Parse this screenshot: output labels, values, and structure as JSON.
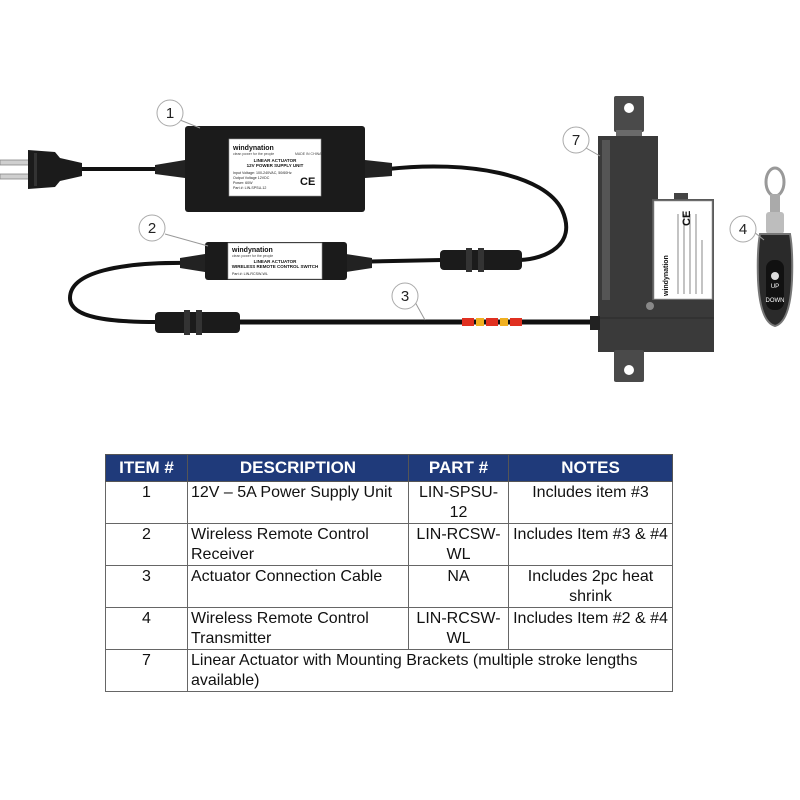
{
  "callouts": [
    "1",
    "2",
    "3",
    "4",
    "7"
  ],
  "power_supply": {
    "brand": "windynation",
    "tagline": "clean power for the people",
    "made_in": "MADE IN CHINA",
    "title1": "LINEAR ACTUATOR",
    "title2": "12V POWER SUPPLY UNIT",
    "spec1": "Input Voltage: 100-240VAC, 50/60Hz",
    "spec2": "Output Voltage 12VDC",
    "spec3": "Power: 60W",
    "spec4": "Part #: LIN-SPSU-12",
    "ce": "CE"
  },
  "receiver": {
    "brand": "windynation",
    "tagline": "clean power for the people",
    "title1": "LINEAR ACTUATOR",
    "title2": "WIRELESS REMOTE CONTROL SWITCH",
    "spec1": "Part #: LIN-RCSW-WL"
  },
  "actuator": {
    "brand": "windynation",
    "ce": "CE"
  },
  "remote": {
    "up": "UP",
    "down": "DOWN"
  },
  "colors": {
    "header_bg": "#1f3a7a",
    "header_text": "#ffffff",
    "device_body": "#1b1b1b",
    "actuator_body": "#3a3a3a",
    "heat_shrink": "#e03020"
  },
  "table": {
    "headers": [
      "ITEM #",
      "DESCRIPTION",
      "PART #",
      "NOTES"
    ],
    "rows": [
      {
        "item": "1",
        "description": "12V – 5A Power Supply Unit",
        "part": "LIN-SPSU-12",
        "notes": "Includes item #3"
      },
      {
        "item": "2",
        "description": "Wireless Remote Control Receiver",
        "part": "LIN-RCSW-WL",
        "notes": "Includes Item #3 & #4"
      },
      {
        "item": "3",
        "description": "Actuator Connection Cable",
        "part": "NA",
        "notes": "Includes 2pc heat shrink"
      },
      {
        "item": "4",
        "description": "Wireless Remote Control Transmitter",
        "part": "LIN-RCSW-WL",
        "notes": "Includes Item #2 & #4"
      },
      {
        "item": "7",
        "description": "Linear Actuator with Mounting Brackets (multiple stroke lengths available)"
      }
    ]
  }
}
